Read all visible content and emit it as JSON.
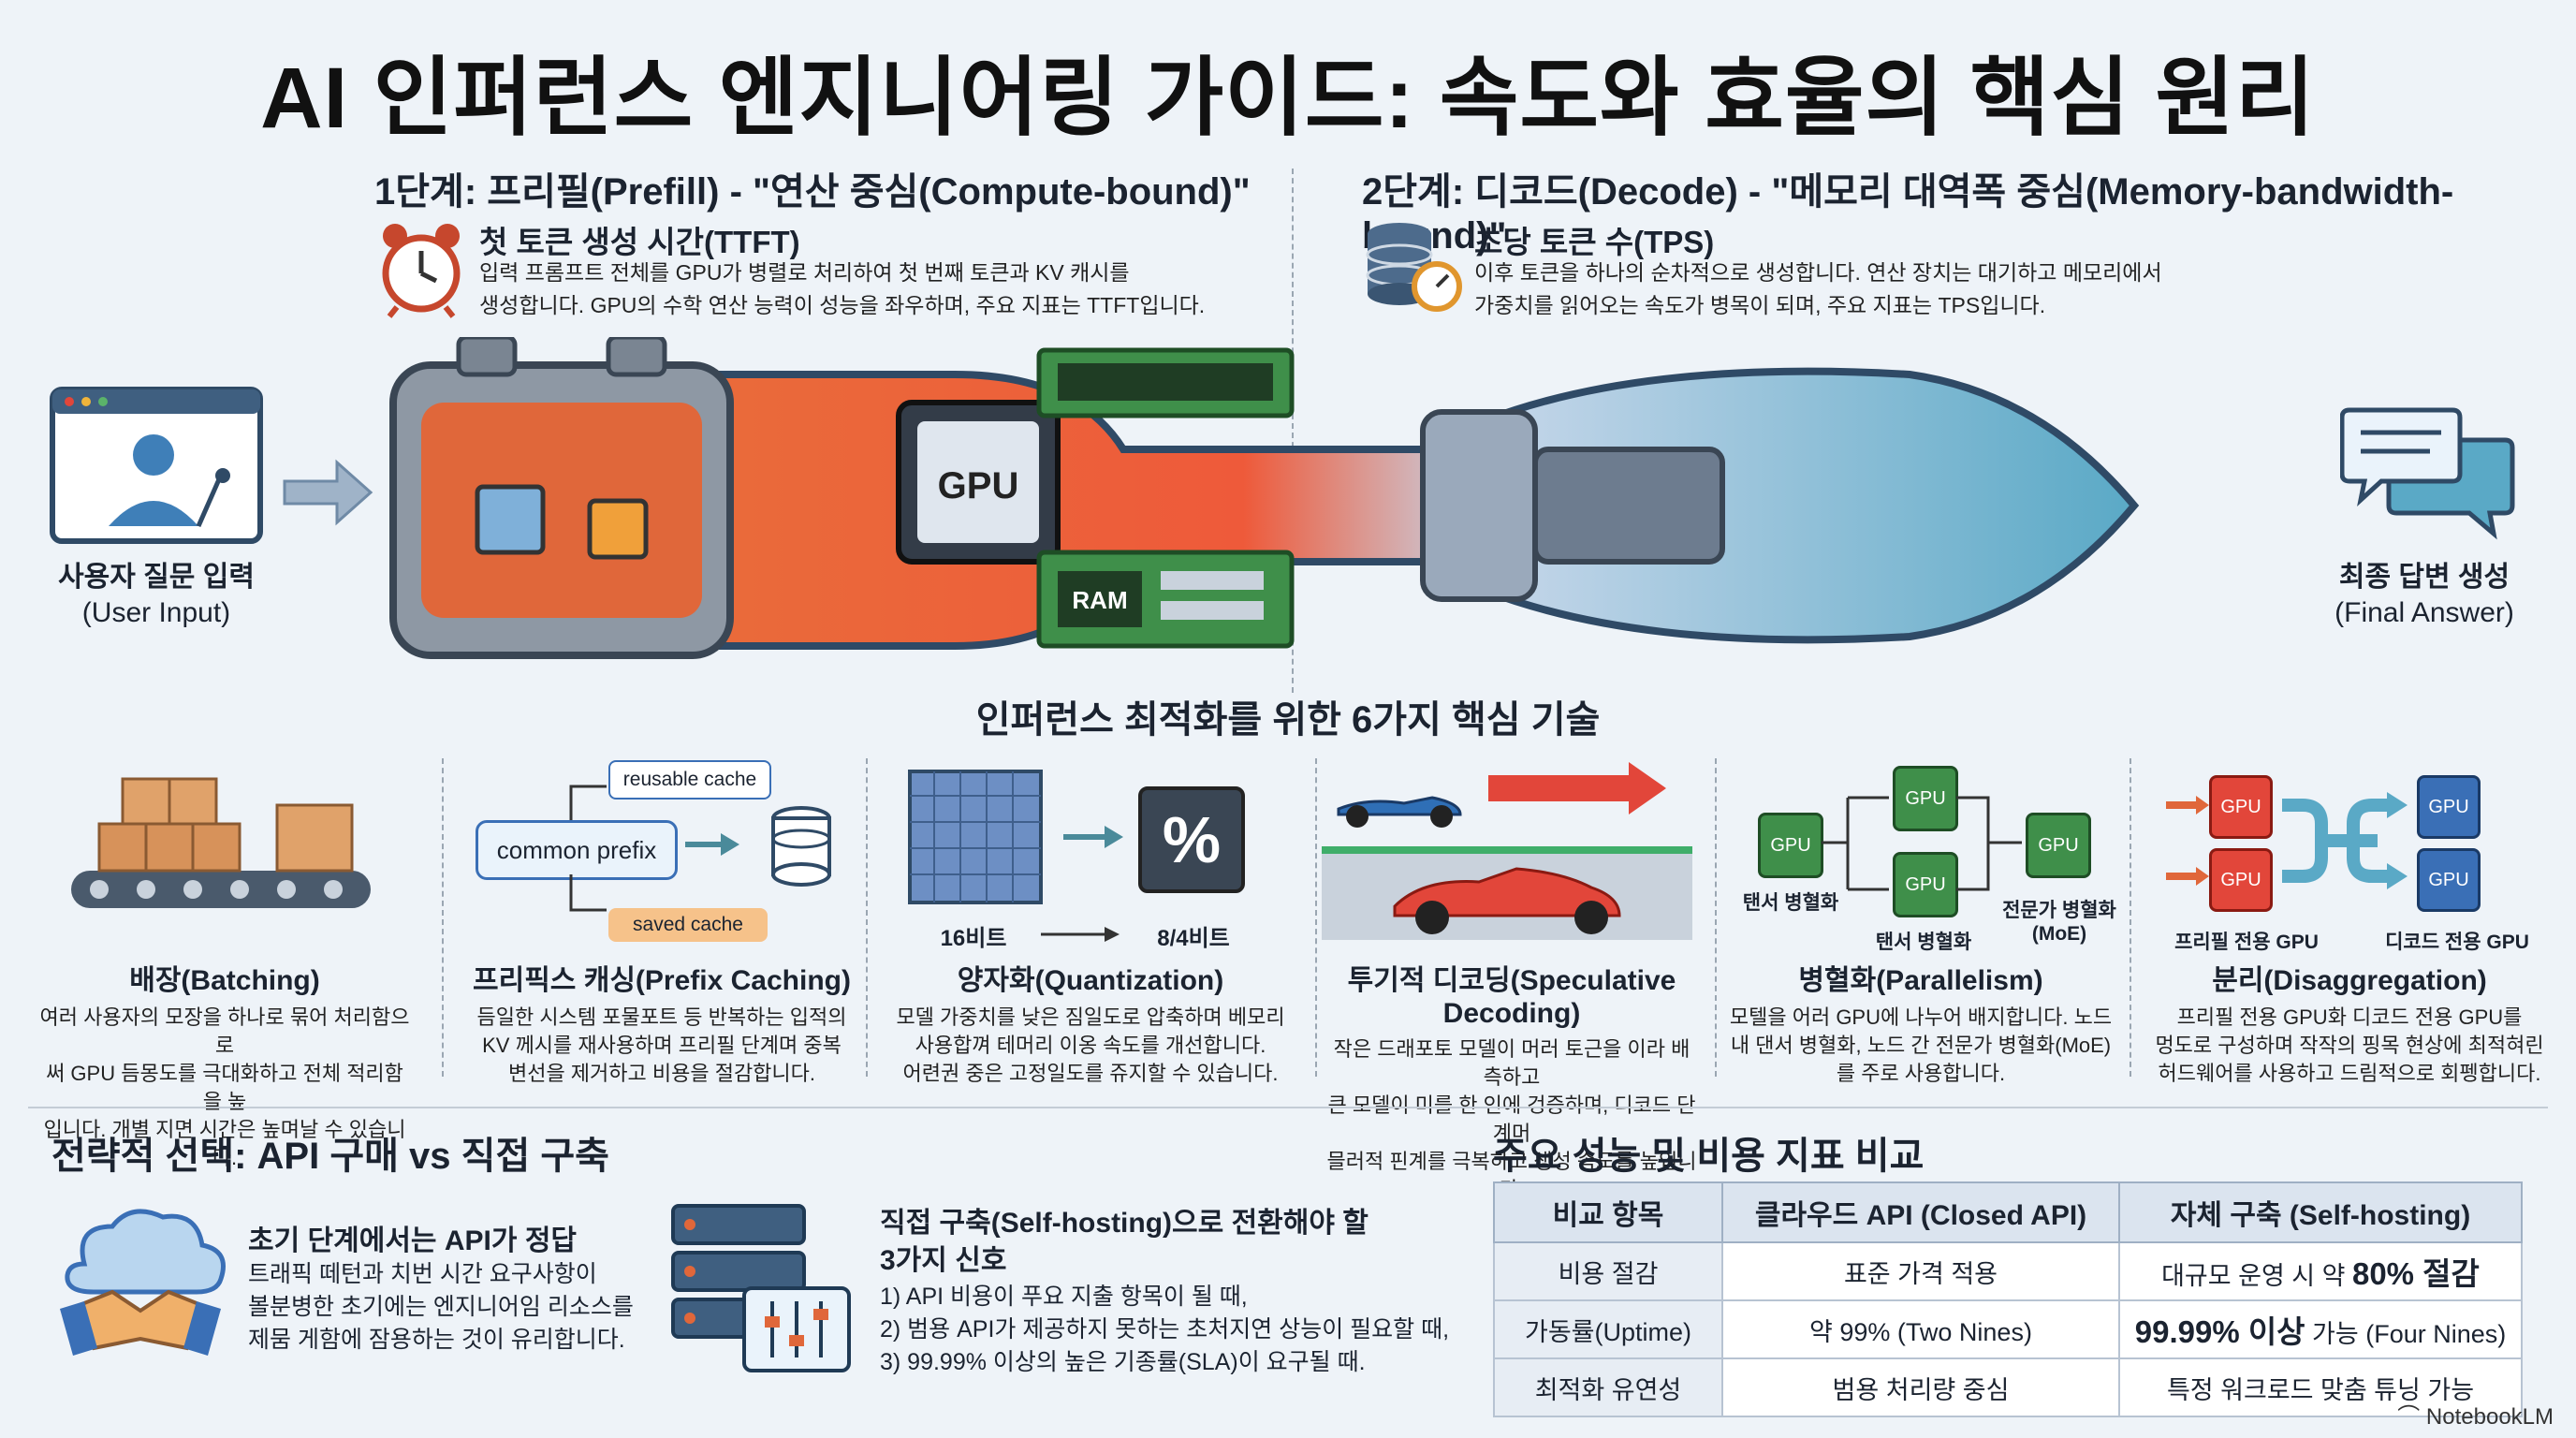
{
  "title": "AI 인퍼런스 엔지니어링 가이드: 속도와 효율의 핵심 원리",
  "phase1": {
    "heading": "1단계: 프리필(Prefill) - \"연산 중심(Compute-bound)\"",
    "metric": "첫 토큰 생성 시간(TTFT)",
    "desc1": "입력 프롬프트 전체를 GPU가 병렬로 처리하여 첫 번째 토큰과 KV 캐시를",
    "desc2": "생성합니다. GPU의 수학 연산 능력이 성능을 좌우하며, 주요 지표는 TTFT입니다.",
    "icon": "alarm-clock-icon"
  },
  "phase2": {
    "heading": "2단계: 디코드(Decode) - \"메모리 대역폭 중심(Memory-bandwidth-bound)\"",
    "metric": "초당 토큰 수(TPS)",
    "desc1": "이후 토큰을 하나의 순차적으로 생성합니다. 연산 장치는 대기하고 메모리에서",
    "desc2": "가중치를 읽어오는 속도가 병목이 되며, 주요 지표는 TPS입니다.",
    "icon": "database-gauge-icon"
  },
  "input": {
    "label": "사용자 질문 입력",
    "sub": "(User Input)"
  },
  "output": {
    "label": "최종 답변 생성",
    "sub": "(Final Answer)"
  },
  "pipeline": {
    "gpu_label": "GPU",
    "ram_label": "RAM"
  },
  "techniques_title": "인퍼런스 최적화를 위한 6가지 핵심 기술",
  "techniques": [
    {
      "name": "배장(Batching)",
      "d1": "여러 사용자의 모장을 하나로 묶어 처리함으로",
      "d2": "써 GPU 듬몽도를 극대화하고 전체 적리함을 높",
      "d3": "입니다. 개별 지면 시간은 높며날 수 있습니다."
    },
    {
      "name": "프리픽스 캐싱(Prefix Caching)",
      "d1": "듬일한 시스템 포물포트 등 반복하는 입적의",
      "d2": "KV 께시를 재사용하며 프리필 단계며 중복",
      "d3": "변선을 제거하고 비용을 절감합니다."
    },
    {
      "name": "양자화(Quantization)",
      "d1": "모델 가중치를 낮은 짐일도로 압축하며 베모리",
      "d2": "사용합껴 테머리 이옹 속도를 개선합니다.",
      "d3": "어련권 중은 고정일도를 쥬지할 수 있습니다."
    },
    {
      "name": "투기적 디코딩(Speculative Decoding)",
      "d1": "작은 드래포토 모델이 머러 토근을 이라 배측하고",
      "d2": "큰 모델이 미를 한 인에 겅증하며, 디코드 단계머",
      "d3": "믈러적 핀계를 극복하고 생성 속도를 높입니다."
    },
    {
      "name": "병혈화(Parallelism)",
      "d1": "모텔을 어러 GPU에 나누어 배지합니다. 노드",
      "d2": "내 댄서 병혈화, 노드 간 전문가 병혈화(MoE)",
      "d3": "를 주로 사용합니다."
    },
    {
      "name": "분리(Disaggregation)",
      "d1": "프리필 전용 GPU화 디코드 전용 GPU를",
      "d2": "멍도로 구성하며 작작의 핑목 현상에 최적혀린",
      "d3": "허드웨어를 사용하고 드림적으로 회펭합니다."
    }
  ],
  "tech_labels": {
    "reusable_cache": "reusable cache",
    "common_prefix": "common prefix",
    "saved_cache": "saved cache",
    "bits16": "16비트",
    "bits84": "8/4비트",
    "percent": "%",
    "gpu": "GPU",
    "tensor_parallel": "탠서 병혈화",
    "tensor_parallel2": "탠서 병혈화",
    "expert_parallel": "전문가 병혈화",
    "expert_parallel_sub": "(MoE)",
    "prefill_gpu": "프리필 전용 GPU",
    "decode_gpu": "디코드 전용 GPU"
  },
  "strategy": {
    "title": "전략적 선택: API 구매 vs 직접 구축",
    "b1_title": "초기 단계에서는 API가 정답",
    "b1_l1": "트래픽 떼턴과 치번 시간 요구사항이",
    "b1_l2": "볼분병한 초기에는 엔지니어임 리소스를",
    "b1_l3": "제뭄 게함에 잠용하는 것이 유리합니다.",
    "b2_title1": "직접 구축(Self-hosting)으로 전환해야 할",
    "b2_title2": "3가지 신호",
    "b2_l1": "1) API 비용이 푸요 지출 항목이 될 때,",
    "b2_l2": "2) 범용 API가 제공하지 못하는 초처지연 상능이 필요할 때,",
    "b2_l3": "3) 99.99% 이상의 높은 기종률(SLA)이 요구될 때."
  },
  "comparison": {
    "title": "주요 성능 및 비용 지표 비교",
    "headers": [
      "비교 항목",
      "클라우드 API (Closed API)",
      "자체 구축 (Self-hosting)"
    ],
    "rows": [
      {
        "label": "비용 절감",
        "api": "표준 가격 적용",
        "self_pre": "대규모 운영 시 약 ",
        "self_big": "80% 절감",
        "self_post": ""
      },
      {
        "label": "가동률(Uptime)",
        "api": "약 99% (Two Nines)",
        "self_pre": "",
        "self_big": "99.99% 이상",
        "self_post": " 가능 (Four Nines)"
      },
      {
        "label": "최적화 유연성",
        "api": "범용 처리량 중심",
        "self_pre": "특정 워크로드 맞춤 튜닝 가능",
        "self_big": "",
        "self_post": ""
      }
    ]
  },
  "brand": "NotebookLM",
  "colors": {
    "prefill": "#e8713a",
    "decode": "#5aa9c6",
    "accent_red": "#e2463a",
    "accent_blue": "#3a6fb6"
  }
}
